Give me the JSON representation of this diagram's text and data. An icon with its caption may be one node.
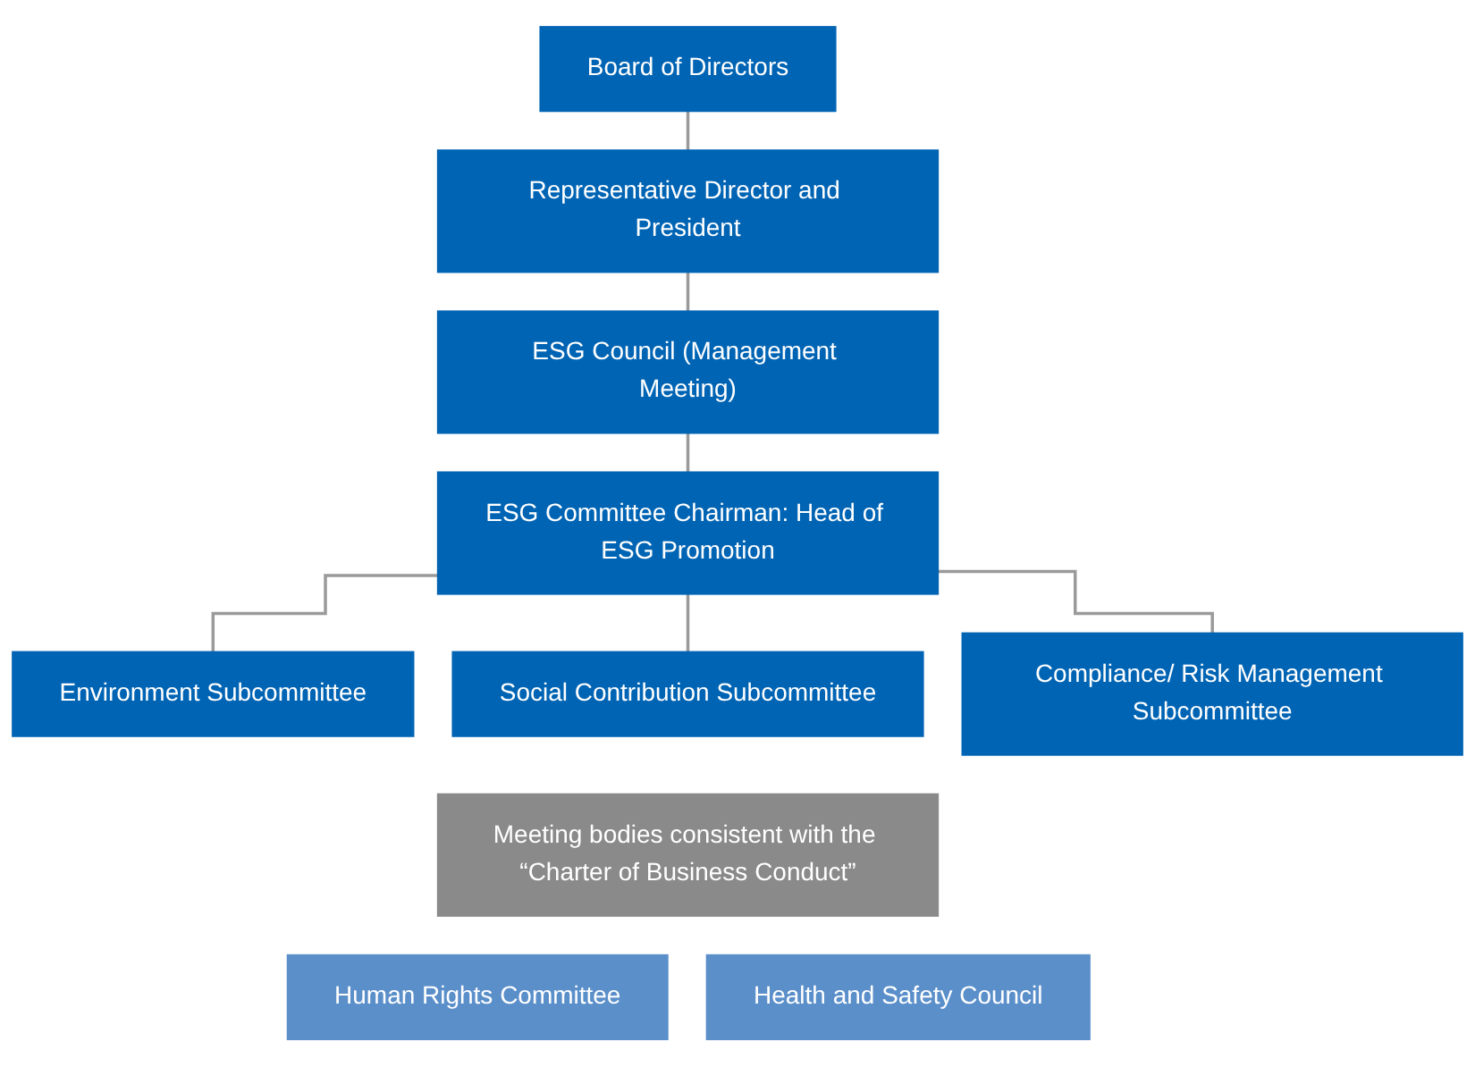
{
  "diagram": {
    "nodes": [
      {
        "text": [
          "Board of Directors"
        ]
      },
      {
        "text": [
          "Representative Director and President"
        ]
      },
      {
        "text": [
          "ESG Council (Management Meeting)"
        ]
      },
      {
        "text": [
          "ESG Committee Chairman: Head of ESG Promotion"
        ]
      },
      {
        "text": [
          "Environment Subcommittee"
        ]
      },
      {
        "text": [
          "Social Contribution Subcommittee"
        ]
      },
      {
        "text": [
          "Compliance/ Risk Management Subcommittee"
        ]
      },
      {
        "text": [
          "Meeting bodies consistent with the “Charter of Business Conduct”"
        ]
      },
      {
        "text": [
          "Human Rights Committee"
        ]
      },
      {
        "text": [
          "Health and Safety Council"
        ]
      }
    ],
    "edges": [
      {
        "from": 0,
        "to": 1,
        "arrow": "none"
      },
      {
        "from": 1,
        "to": 2,
        "arrow": "none"
      },
      {
        "from": 2,
        "to": 3,
        "arrow": "none"
      },
      {
        "from": 3,
        "to": 4,
        "arrow": "none"
      },
      {
        "from": 3,
        "to": 5,
        "arrow": "none"
      },
      {
        "from": 3,
        "to": 6,
        "arrow": "none"
      }
    ]
  }
}
